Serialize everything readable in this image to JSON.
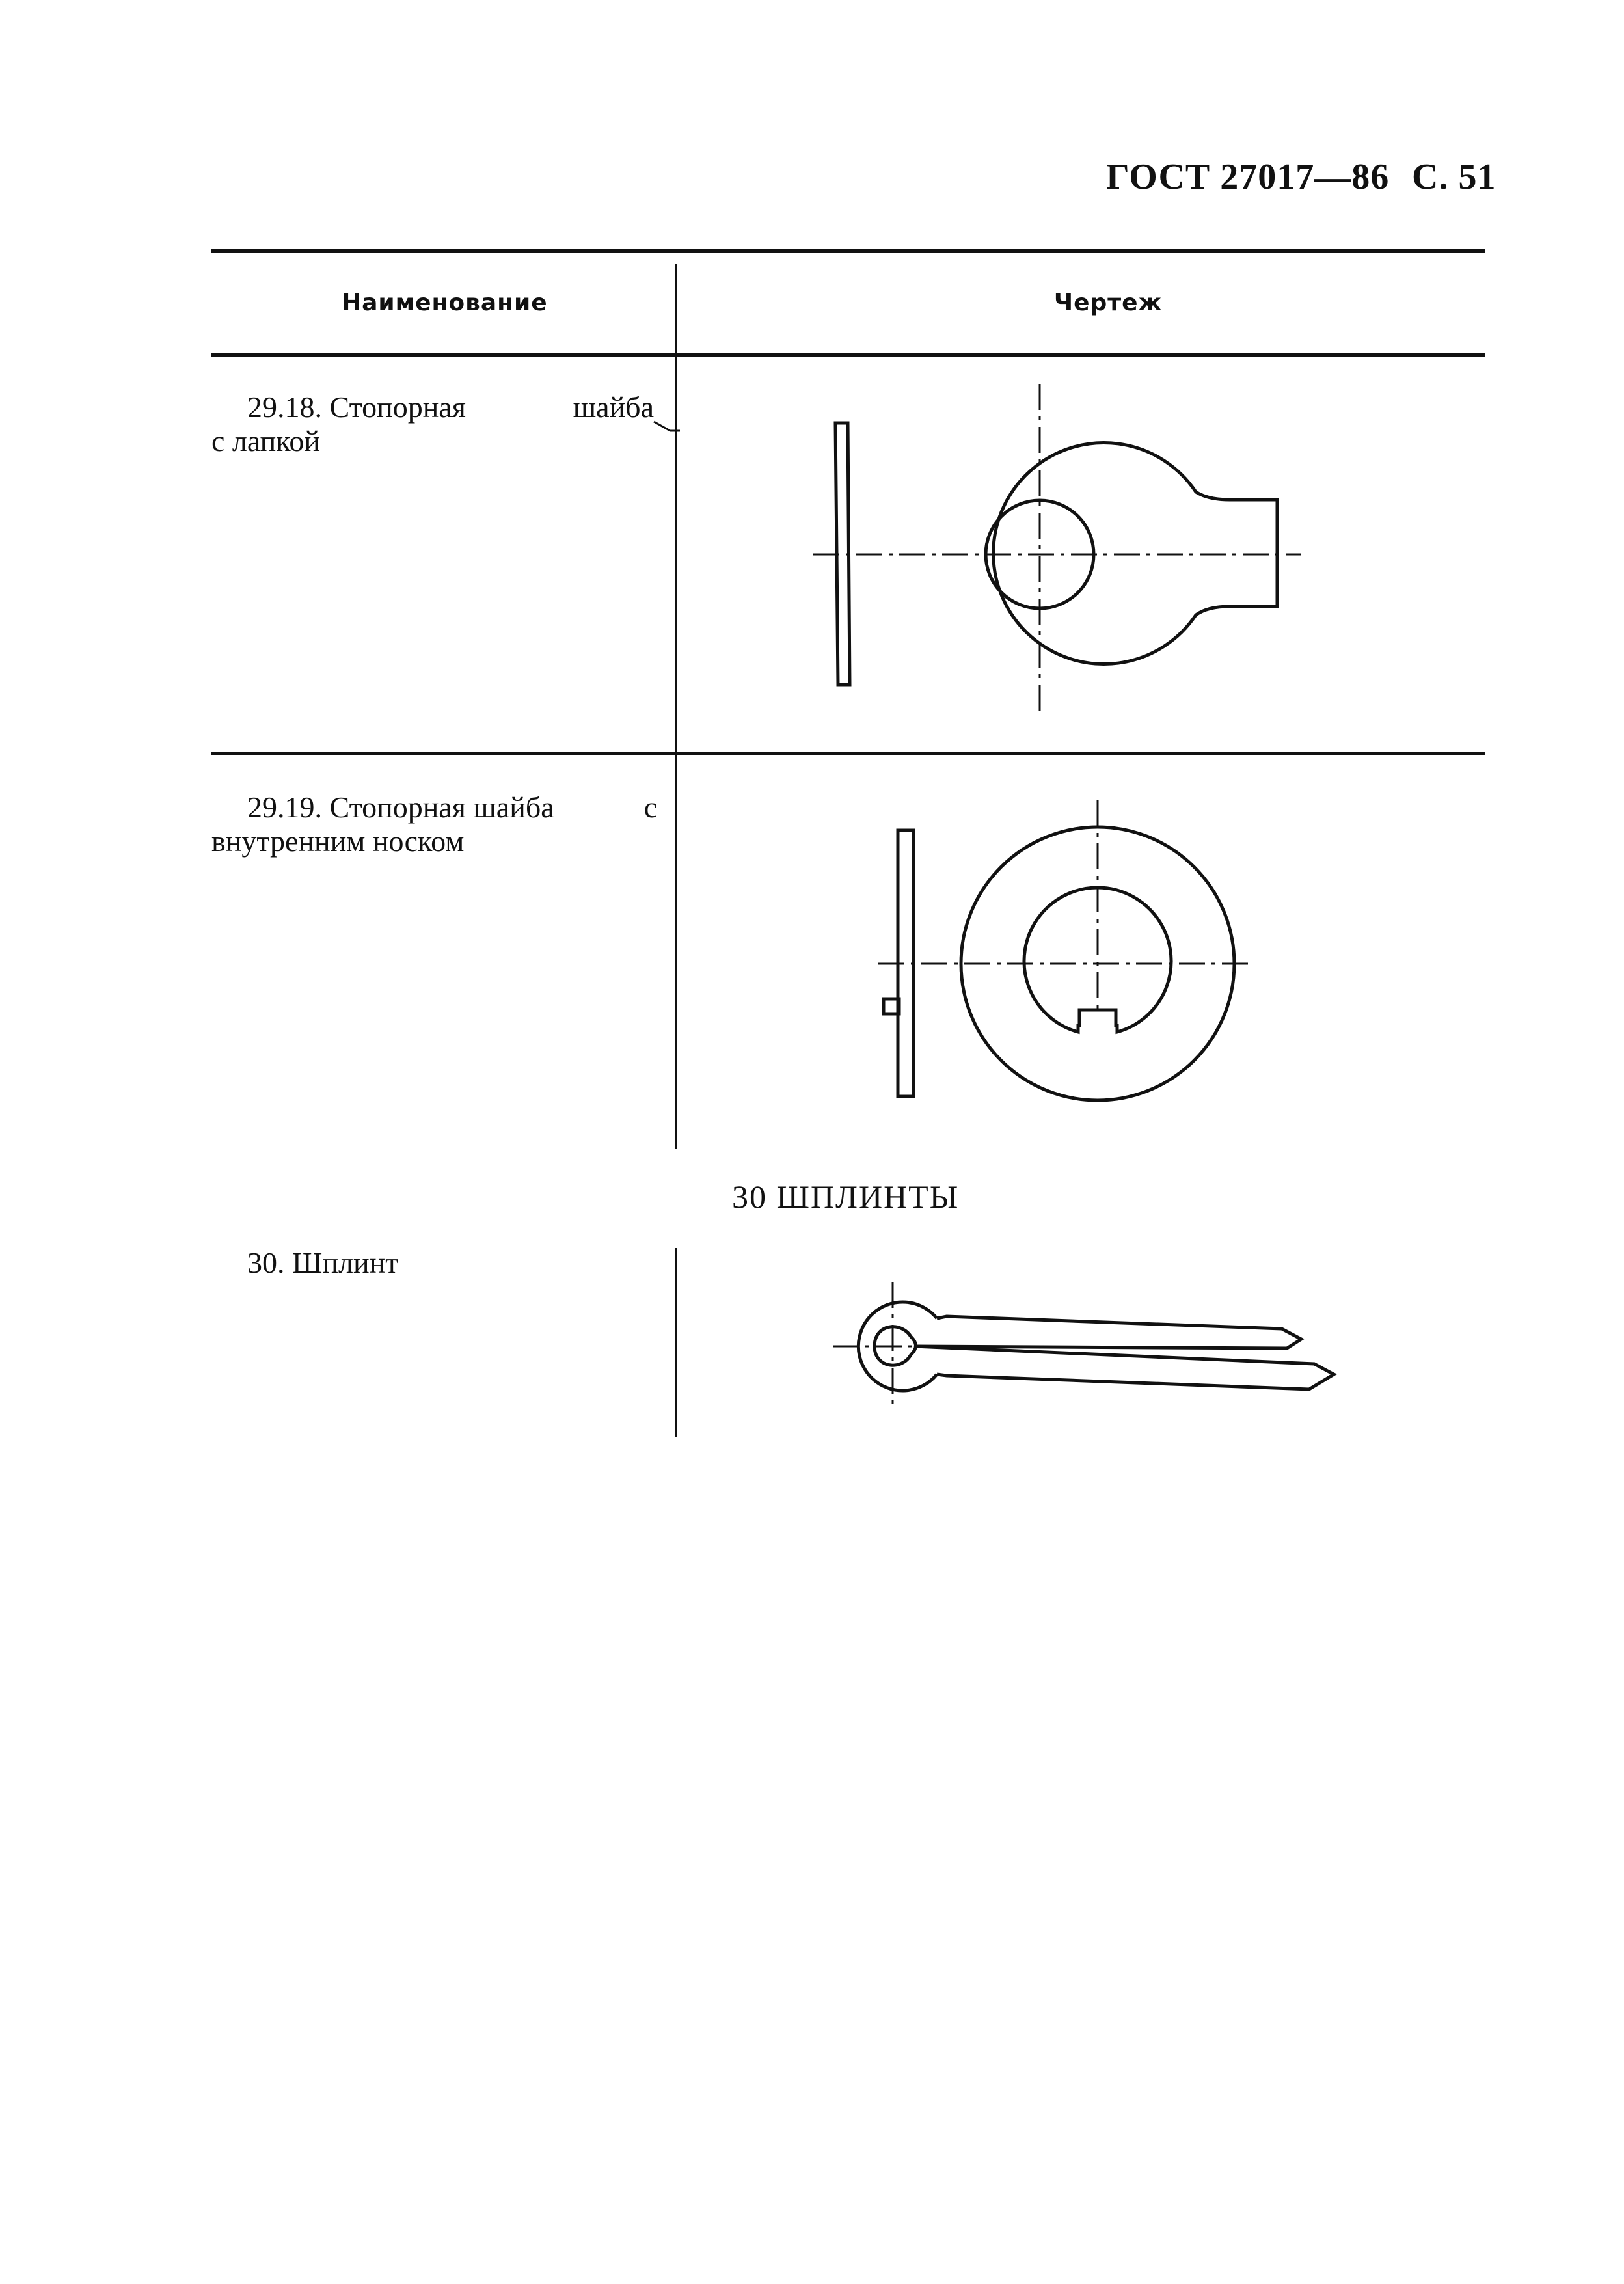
{
  "header": {
    "standard": "ГОСТ 27017—86",
    "page": "С. 51"
  },
  "table": {
    "col_name": "Наименование",
    "col_drawing": "Чертеж"
  },
  "entries": [
    {
      "num_word": "29.18. Стопорная",
      "tail_word": "шайба",
      "line2": "с лапкой",
      "drawing": "lock-washer-with-tab"
    },
    {
      "num_word": "29.19. Стопорная шайба",
      "tail_word": "с",
      "line2": "внутренним носком",
      "drawing": "lock-washer-with-inner-tooth"
    }
  ],
  "section": {
    "title": "30 ШПЛИНТЫ"
  },
  "entry30": {
    "label": "30. Шплинт",
    "drawing": "cotter-pin"
  }
}
